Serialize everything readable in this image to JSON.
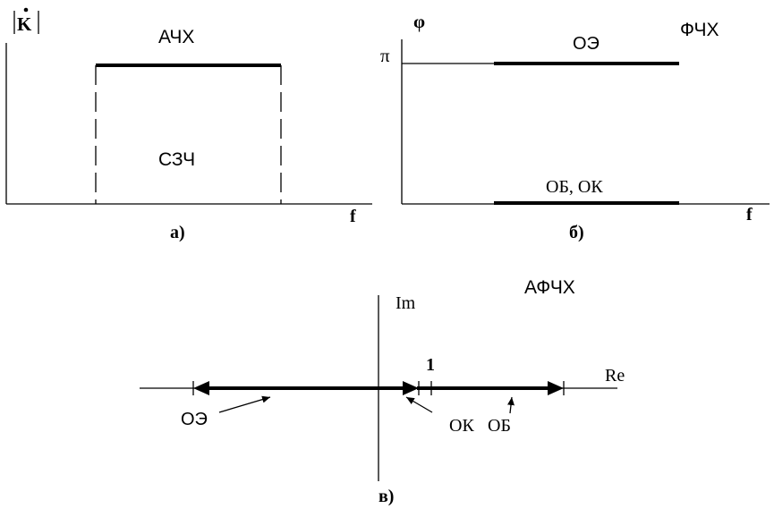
{
  "panel_a": {
    "y_axis_label": "K",
    "curve_label": "АЧХ",
    "band_label": "СЗЧ",
    "x_axis_label": "f",
    "caption": "а)"
  },
  "panel_b": {
    "y_axis_label": "φ",
    "title": "ФЧХ",
    "pi_tick_label": "π",
    "upper_line_label": "ОЭ",
    "lower_line_label": "ОБ, ОК",
    "x_axis_label": "f",
    "caption": "б)"
  },
  "panel_c": {
    "title": "АФЧХ",
    "imag_axis_label": "Im",
    "real_axis_label": "Re",
    "unit_tick_label": "1",
    "oe_label": "ОЭ",
    "ok_label": "ОК",
    "ob_label": "ОБ",
    "caption": "в)"
  }
}
